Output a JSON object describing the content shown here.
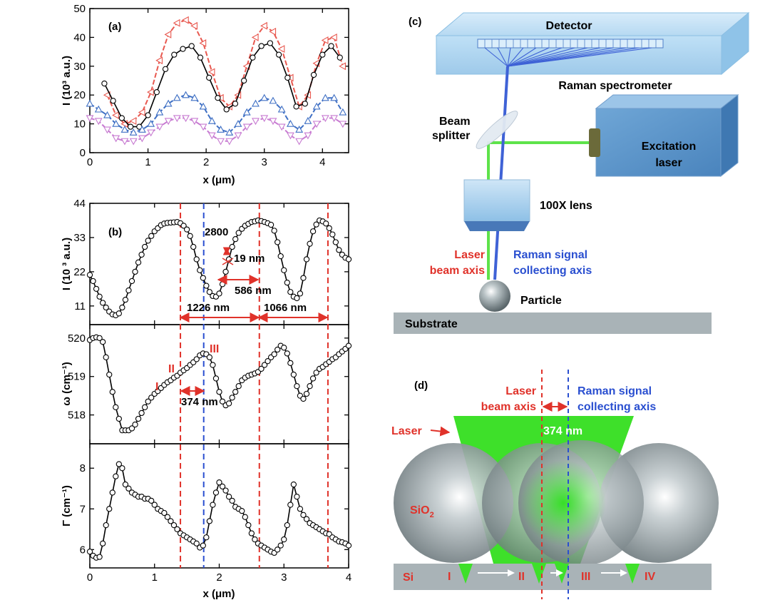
{
  "chart_data": [
    {
      "id": "a",
      "type": "line",
      "panel_label": "(a)",
      "xlabel": "x (μm)",
      "ylabel": "I (10³ a.u.)",
      "xlim": [
        0,
        4.45
      ],
      "ylim": [
        0,
        50
      ],
      "x_ticks": [
        0,
        1,
        2,
        3,
        4
      ],
      "y_ticks": [
        0,
        10,
        20,
        30,
        40,
        50
      ],
      "series": [
        {
          "color": "#e8584f",
          "marker": "triangle-left",
          "x": [
            0.3,
            0.45,
            0.6,
            0.75,
            0.9,
            1.05,
            1.2,
            1.35,
            1.5,
            1.65,
            1.8,
            1.95,
            2.1,
            2.25,
            2.4,
            2.55,
            2.7,
            2.85,
            3.0,
            3.15,
            3.3,
            3.45,
            3.6,
            3.75,
            3.9,
            4.05,
            4.2,
            4.35
          ],
          "y": [
            20,
            13,
            10,
            11,
            14,
            21,
            32,
            41,
            45,
            46,
            44,
            38,
            28,
            19,
            16,
            20,
            30,
            40,
            44,
            42,
            36,
            26,
            16,
            20,
            31,
            39,
            40,
            30
          ]
        },
        {
          "color": "#000000",
          "marker": "circle",
          "x": [
            0.25,
            0.4,
            0.55,
            0.7,
            0.85,
            1.0,
            1.15,
            1.3,
            1.45,
            1.6,
            1.75,
            1.9,
            2.05,
            2.2,
            2.35,
            2.5,
            2.65,
            2.8,
            2.95,
            3.1,
            3.25,
            3.4,
            3.55,
            3.7,
            3.85,
            4.0,
            4.15,
            4.3
          ],
          "y": [
            24,
            18,
            12,
            9,
            9,
            13,
            21,
            29,
            34,
            36,
            37,
            33,
            26,
            19,
            15,
            17,
            25,
            33,
            37,
            38,
            34,
            26,
            16,
            17,
            27,
            34,
            37,
            33
          ]
        },
        {
          "color": "#3e6fc4",
          "marker": "triangle-up",
          "x": [
            0.0,
            0.15,
            0.3,
            0.45,
            0.6,
            0.75,
            0.9,
            1.05,
            1.2,
            1.35,
            1.5,
            1.65,
            1.8,
            1.95,
            2.1,
            2.25,
            2.4,
            2.55,
            2.7,
            2.85,
            3.0,
            3.15,
            3.3,
            3.45,
            3.6,
            3.75,
            3.9,
            4.05,
            4.2,
            4.35
          ],
          "y": [
            17,
            15,
            13,
            10,
            8,
            7,
            8,
            10,
            14,
            17,
            19,
            20,
            19,
            16,
            11,
            8,
            7,
            10,
            14,
            17,
            19,
            18,
            15,
            10,
            8,
            11,
            16,
            19,
            19,
            14
          ]
        },
        {
          "color": "#c77ad1",
          "marker": "triangle-down",
          "x": [
            0.0,
            0.15,
            0.3,
            0.45,
            0.6,
            0.75,
            0.9,
            1.05,
            1.2,
            1.35,
            1.5,
            1.65,
            1.8,
            1.95,
            2.1,
            2.25,
            2.4,
            2.55,
            2.7,
            2.85,
            3.0,
            3.15,
            3.3,
            3.45,
            3.6,
            3.75,
            3.9,
            4.05,
            4.2,
            4.35
          ],
          "y": [
            12,
            11,
            8,
            5,
            4,
            4,
            5,
            7,
            9,
            11,
            12,
            12,
            11,
            9,
            6,
            4,
            4,
            6,
            9,
            11,
            12,
            11,
            9,
            6,
            4,
            6,
            10,
            12,
            12,
            10
          ]
        }
      ]
    },
    {
      "id": "b1",
      "type": "line",
      "panel_label": "(b)",
      "ylabel": "I (10 ³ a.u.)",
      "xlim": [
        0,
        4
      ],
      "ylim": [
        5,
        44
      ],
      "y_ticks": [
        11,
        22,
        33,
        44
      ],
      "series": [
        {
          "color": "#000000",
          "marker": "circle",
          "x": [
            0.0,
            0.05,
            0.1,
            0.15,
            0.2,
            0.25,
            0.3,
            0.35,
            0.4,
            0.45,
            0.5,
            0.55,
            0.6,
            0.65,
            0.7,
            0.75,
            0.8,
            0.85,
            0.9,
            0.95,
            1.0,
            1.05,
            1.1,
            1.15,
            1.2,
            1.25,
            1.3,
            1.35,
            1.4,
            1.45,
            1.5,
            1.55,
            1.6,
            1.65,
            1.7,
            1.75,
            1.8,
            1.85,
            1.9,
            1.95,
            2.0,
            2.05,
            2.1,
            2.15,
            2.2,
            2.25,
            2.3,
            2.35,
            2.4,
            2.45,
            2.5,
            2.55,
            2.6,
            2.65,
            2.7,
            2.75,
            2.8,
            2.85,
            2.9,
            2.95,
            3.0,
            3.05,
            3.1,
            3.15,
            3.2,
            3.25,
            3.3,
            3.35,
            3.4,
            3.45,
            3.5,
            3.55,
            3.6,
            3.65,
            3.7,
            3.75,
            3.8,
            3.85,
            3.9,
            3.95,
            4.0
          ],
          "y": [
            21,
            19,
            16.5,
            14,
            12,
            10.5,
            9.2,
            8.3,
            8,
            8.6,
            10.5,
            13,
            16,
            19,
            22,
            25,
            27.5,
            30,
            32,
            33.5,
            35,
            36,
            37,
            37.5,
            37.7,
            37.8,
            37.9,
            38,
            37.6,
            36.8,
            35.6,
            33.5,
            30,
            26,
            22.5,
            20,
            17.5,
            15.5,
            14.2,
            14,
            15,
            18,
            22,
            26,
            30,
            32.5,
            34.5,
            35.8,
            36.8,
            37.4,
            38,
            38.2,
            38.5,
            38.3,
            38,
            37.6,
            37.1,
            35.2,
            31.5,
            27,
            22.5,
            18.5,
            15.5,
            14,
            13.5,
            15,
            20,
            26,
            31,
            35,
            37.2,
            38.5,
            38.2,
            37.5,
            36,
            34,
            31.5,
            29,
            27.5,
            26.5,
            26
          ]
        }
      ]
    },
    {
      "id": "b2",
      "type": "line",
      "ylabel": "ω (cm⁻¹)",
      "xlim": [
        0,
        4
      ],
      "ylim": [
        517.25,
        520.35
      ],
      "y_ticks": [
        518,
        519,
        520
      ],
      "series": [
        {
          "color": "#000000",
          "marker": "circle",
          "x": [
            0.0,
            0.05,
            0.1,
            0.15,
            0.2,
            0.25,
            0.3,
            0.35,
            0.4,
            0.45,
            0.5,
            0.55,
            0.6,
            0.65,
            0.7,
            0.75,
            0.8,
            0.85,
            0.9,
            0.95,
            1.0,
            1.05,
            1.1,
            1.15,
            1.2,
            1.25,
            1.3,
            1.35,
            1.4,
            1.45,
            1.5,
            1.55,
            1.6,
            1.65,
            1.7,
            1.75,
            1.8,
            1.85,
            1.9,
            1.95,
            2.0,
            2.05,
            2.1,
            2.15,
            2.2,
            2.25,
            2.3,
            2.35,
            2.4,
            2.45,
            2.5,
            2.55,
            2.6,
            2.65,
            2.7,
            2.75,
            2.8,
            2.85,
            2.9,
            2.95,
            3.0,
            3.05,
            3.1,
            3.15,
            3.2,
            3.25,
            3.3,
            3.35,
            3.4,
            3.45,
            3.5,
            3.55,
            3.6,
            3.65,
            3.7,
            3.75,
            3.8,
            3.85,
            3.9,
            3.95,
            4.0
          ],
          "y": [
            519.95,
            520,
            520.02,
            520,
            519.9,
            519.5,
            519.05,
            518.6,
            518.2,
            517.9,
            517.6,
            517.6,
            517.6,
            517.65,
            517.75,
            517.9,
            518.05,
            518.2,
            518.35,
            518.45,
            518.55,
            518.62,
            518.7,
            518.78,
            518.85,
            518.9,
            518.97,
            519.02,
            519.1,
            519.16,
            519.22,
            519.3,
            519.37,
            519.45,
            519.55,
            519.6,
            519.58,
            519.5,
            519.3,
            518.95,
            518.6,
            518.35,
            518.25,
            518.3,
            518.45,
            518.6,
            518.75,
            518.9,
            518.97,
            519.02,
            519.05,
            519.08,
            519.12,
            519.2,
            519.3,
            519.4,
            519.5,
            519.58,
            519.7,
            519.8,
            519.75,
            519.6,
            519.35,
            519.05,
            518.75,
            518.5,
            518.42,
            518.55,
            518.75,
            518.95,
            519.1,
            519.2,
            519.25,
            519.32,
            519.38,
            519.45,
            519.5,
            519.58,
            519.65,
            519.72,
            519.8
          ]
        }
      ]
    },
    {
      "id": "b3",
      "type": "line",
      "ylabel": "Γ (cm⁻¹)",
      "xlabel": "x (μm)",
      "xlim": [
        0,
        4
      ],
      "ylim": [
        5.55,
        8.6
      ],
      "x_ticks": [
        0,
        1,
        2,
        3,
        4
      ],
      "y_ticks": [
        6,
        7,
        8
      ],
      "series": [
        {
          "color": "#000000",
          "marker": "circle",
          "x": [
            0.0,
            0.05,
            0.1,
            0.15,
            0.2,
            0.25,
            0.3,
            0.35,
            0.4,
            0.45,
            0.5,
            0.55,
            0.6,
            0.65,
            0.7,
            0.75,
            0.8,
            0.85,
            0.9,
            0.95,
            1.0,
            1.05,
            1.1,
            1.15,
            1.2,
            1.25,
            1.3,
            1.35,
            1.4,
            1.45,
            1.5,
            1.55,
            1.6,
            1.65,
            1.7,
            1.75,
            1.8,
            1.85,
            1.9,
            1.95,
            2.0,
            2.05,
            2.1,
            2.15,
            2.2,
            2.25,
            2.3,
            2.35,
            2.4,
            2.45,
            2.5,
            2.55,
            2.6,
            2.65,
            2.7,
            2.75,
            2.8,
            2.85,
            2.9,
            2.95,
            3.0,
            3.05,
            3.1,
            3.15,
            3.2,
            3.25,
            3.3,
            3.35,
            3.4,
            3.45,
            3.5,
            3.55,
            3.6,
            3.65,
            3.7,
            3.75,
            3.8,
            3.85,
            3.9,
            3.95,
            4.0
          ],
          "y": [
            5.95,
            5.85,
            5.8,
            5.82,
            6.15,
            6.6,
            7.0,
            7.4,
            7.8,
            8.1,
            8.0,
            7.6,
            7.5,
            7.4,
            7.35,
            7.3,
            7.3,
            7.25,
            7.25,
            7.2,
            7.1,
            7.0,
            6.95,
            6.9,
            6.8,
            6.7,
            6.6,
            6.5,
            6.4,
            6.35,
            6.3,
            6.25,
            6.2,
            6.15,
            6.05,
            6.1,
            6.3,
            6.7,
            7.1,
            7.4,
            7.65,
            7.55,
            7.45,
            7.3,
            7.2,
            7.05,
            7.0,
            6.95,
            6.8,
            6.6,
            6.4,
            6.25,
            6.15,
            6.1,
            6.05,
            6.0,
            5.95,
            5.92,
            6.0,
            6.1,
            6.25,
            6.6,
            7.1,
            7.6,
            7.3,
            7.0,
            6.85,
            6.75,
            6.65,
            6.6,
            6.55,
            6.5,
            6.45,
            6.4,
            6.38,
            6.3,
            6.25,
            6.2,
            6.18,
            6.15,
            6.1
          ]
        }
      ]
    }
  ],
  "panel_b": {
    "red_dashed_x": [
      1.4,
      2.62,
      3.68
    ],
    "blue_dashed_x": 1.76,
    "ann_2800": "2800",
    "ann_19nm": "19 nm",
    "ann_586nm": "586 nm",
    "ann_1226nm": "1226 nm",
    "ann_1066nm": "1066 nm",
    "roman_I": "I",
    "roman_II": "II",
    "roman_III": "III",
    "ann_374nm": "374 nm"
  },
  "panel_c": {
    "label": "(c)",
    "detector": "Detector",
    "spectrometer": "Raman spectrometer",
    "beam_splitter_1": "Beam",
    "beam_splitter_2": "splitter",
    "laser_1": "Excitation",
    "laser_2": "laser",
    "lens": "100X lens",
    "laser_axis_1": "Laser",
    "laser_axis_2": "beam axis",
    "raman_axis_1": "Raman signal",
    "raman_axis_2": "collecting axis",
    "particle": "Particle",
    "substrate": "Substrate"
  },
  "panel_d": {
    "label": "(d)",
    "laser_axis_1": "Laser",
    "laser_axis_2": "beam axis",
    "raman_axis_1": "Raman signal",
    "raman_axis_2": "collecting axis",
    "laser": "Laser",
    "dist": "374 nm",
    "sio2": "SiO",
    "sio2_sub": "2",
    "si": "Si",
    "pos_I": "I",
    "pos_II": "II",
    "pos_III": "III",
    "pos_IV": "IV"
  },
  "colors": {
    "red": "#e0322a",
    "blue": "#2a4fd0",
    "green": "#3ee02a",
    "gray_substrate": "#a9b3b7"
  }
}
